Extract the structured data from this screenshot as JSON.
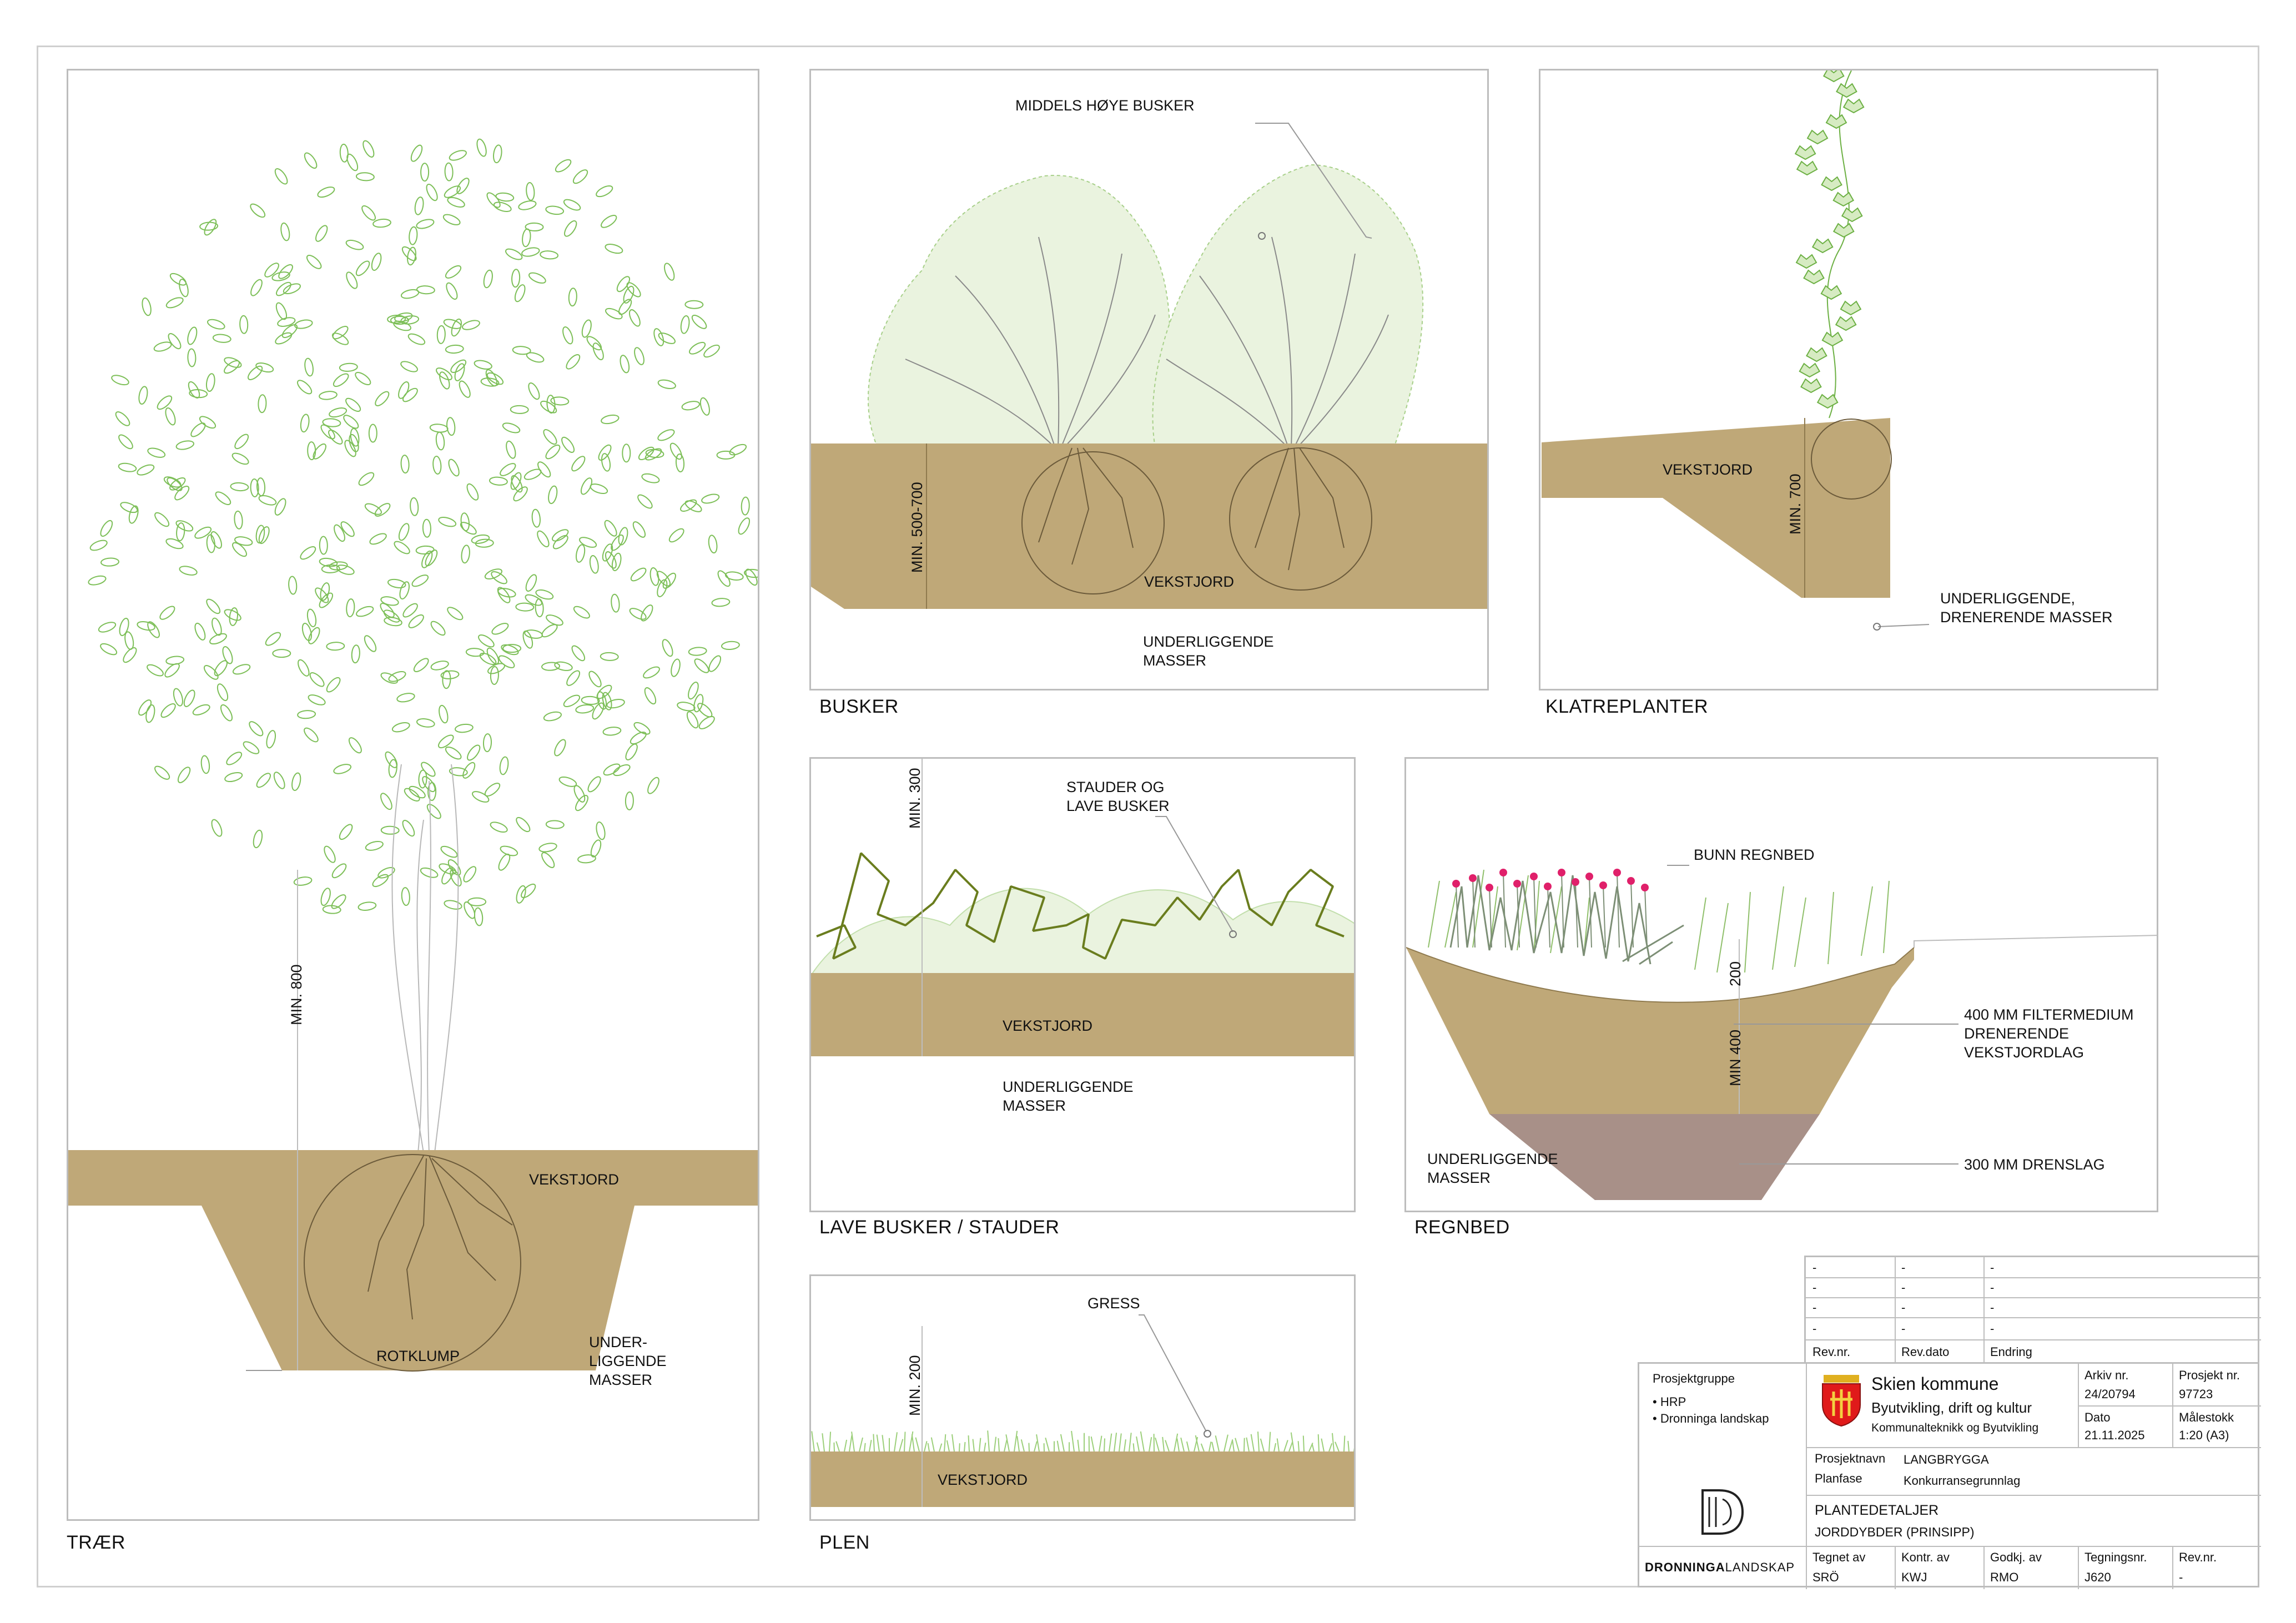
{
  "colors": {
    "soil": "#bfa878",
    "soil_edge": "#8f7a4e",
    "drain": "#a89088",
    "leaf": "#6cb043",
    "fill_light": "#eaf3df"
  },
  "panels": {
    "traer": {
      "title": "TRÆR",
      "depth": "MIN. 800",
      "soil": "VEKSTJORD",
      "rootball": "ROTKLUMP",
      "under": [
        "UNDER-",
        "LIGGENDE",
        "MASSER"
      ]
    },
    "busker": {
      "title": "BUSKER",
      "plants": "MIDDELS HØYE BUSKER",
      "depth": "MIN. 500-700",
      "soil": "VEKSTJORD",
      "under": [
        "UNDERLIGGENDE",
        "MASSER"
      ]
    },
    "klatre": {
      "title": "KLATREPLANTER",
      "depth": "MIN. 700",
      "soil": "VEKSTJORD",
      "under": [
        "UNDERLIGGENDE,",
        "DRENERENDE MASSER"
      ]
    },
    "lave": {
      "title": "LAVE BUSKER / STAUDER",
      "depth": "MIN. 300",
      "plants": [
        "STAUDER OG",
        "LAVE BUSKER"
      ],
      "soil": "VEKSTJORD",
      "under": [
        "UNDERLIGGENDE",
        "MASSER"
      ]
    },
    "regnbed": {
      "title": "REGNBED",
      "bunn": "BUNN REGNBED",
      "dim1": "200",
      "dim2": "MIN 400",
      "filter": [
        "400 MM FILTERMEDIUM",
        "DRENERENDE",
        "VEKSTJORDLAG"
      ],
      "drain": "300 MM DRENSLAG",
      "under": [
        "UNDERLIGGENDE",
        "MASSER"
      ]
    },
    "plen": {
      "title": "PLEN",
      "depth": "MIN. 200",
      "plants": "GRESS",
      "soil": "VEKSTJORD"
    }
  },
  "revisions": {
    "rows": [
      [
        "-",
        "-",
        "-"
      ],
      [
        "-",
        "-",
        "-"
      ],
      [
        "-",
        "-",
        "-"
      ],
      [
        "-",
        "-",
        "-"
      ]
    ],
    "headers": [
      "Rev.nr.",
      "Rev.dato",
      "Endring"
    ]
  },
  "titleblock": {
    "group_label": "Prosjektgruppe",
    "group_members": [
      "• HRP",
      "• Dronninga landskap"
    ],
    "org_name": "Skien kommune",
    "org_dept": "Byutvikling, drift og kultur",
    "org_sub": "Kommunalteknikk og Byutvikling",
    "arkiv_label": "Arkiv nr.",
    "arkiv_value": "24/20794",
    "prosjekt_label": "Prosjekt nr.",
    "prosjekt_value": "97723",
    "dato_label": "Dato",
    "dato_value": "21.11.2025",
    "malestokk_label": "Målestokk",
    "malestokk_value": "1:20 (A3)",
    "prosjektnavn_label": "Prosjektnavn",
    "prosjektnavn_value": "LANGBRYGGA",
    "planfase_label": "Planfase",
    "planfase_value": "Konkurransegrunnlag",
    "drawing_title": "PLANTEDETALJER",
    "drawing_subtitle": "JORDDYBDER (PRINSIPP)",
    "logo_text_bold": "DRONNINGA",
    "logo_text_light": "LANDSKAP",
    "tegnet_label": "Tegnet av",
    "tegnet_value": "SRÖ",
    "kontr_label": "Kontr. av",
    "kontr_value": "KWJ",
    "godkj_label": "Godkj. av",
    "godkj_value": "RMO",
    "tegningsnr_label": "Tegningsnr.",
    "tegningsnr_value": "J620",
    "revnr_label": "Rev.nr.",
    "revnr_value": "-"
  }
}
